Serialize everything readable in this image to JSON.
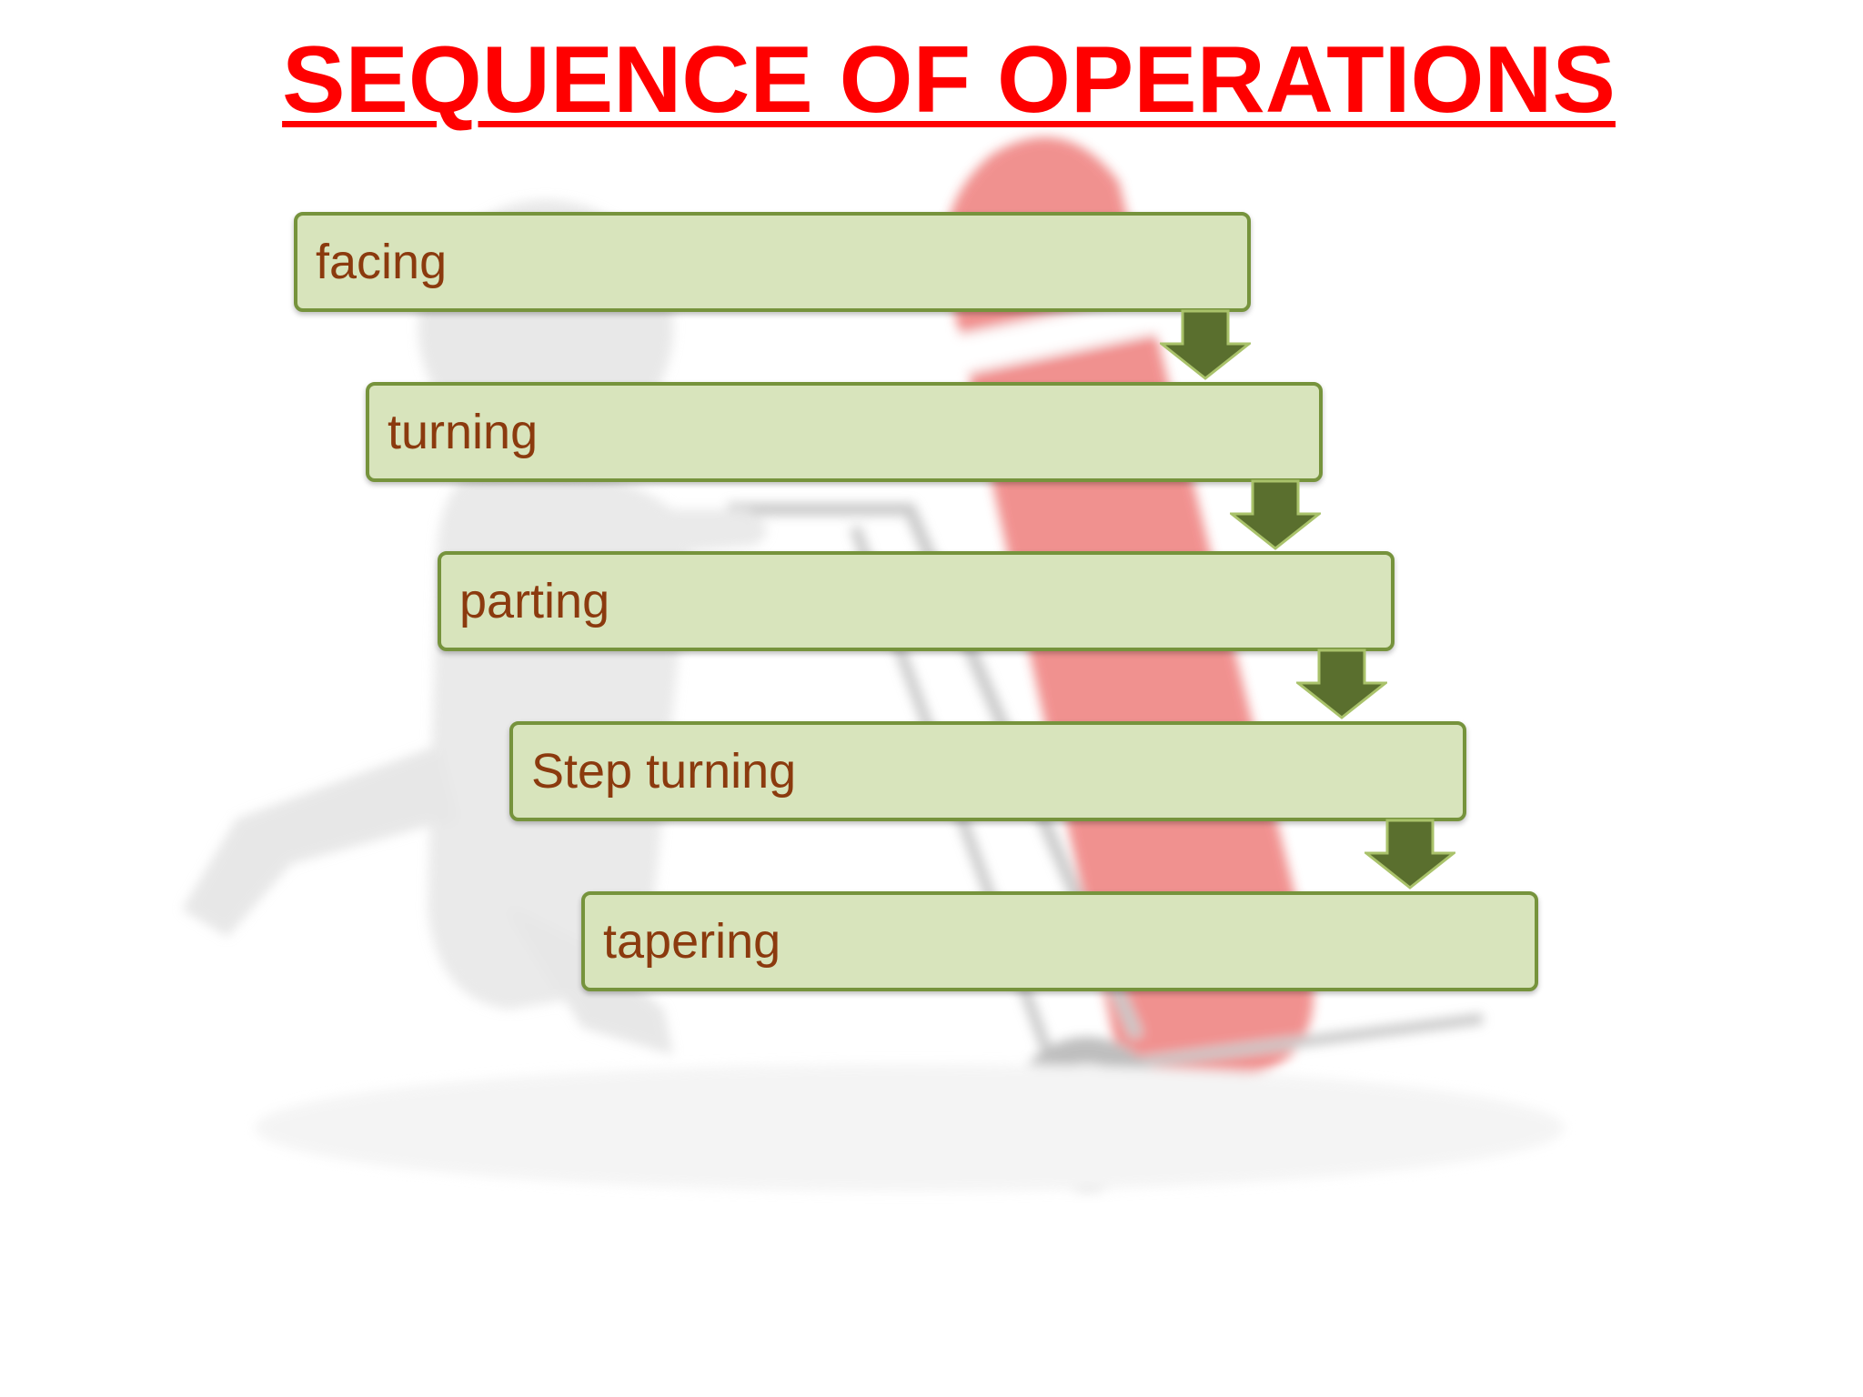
{
  "title": "SEQUENCE OF OPERATIONS",
  "colors": {
    "title": "#ff0000",
    "box_fill": "#d8e4bc",
    "box_border": "#76933c",
    "box_text": "#8b3a0e",
    "arrow_fill": "#5a6f2e"
  },
  "steps": [
    {
      "label": "facing"
    },
    {
      "label": "turning"
    },
    {
      "label": "parting"
    },
    {
      "label": "Step turning"
    },
    {
      "label": "tapering"
    }
  ]
}
